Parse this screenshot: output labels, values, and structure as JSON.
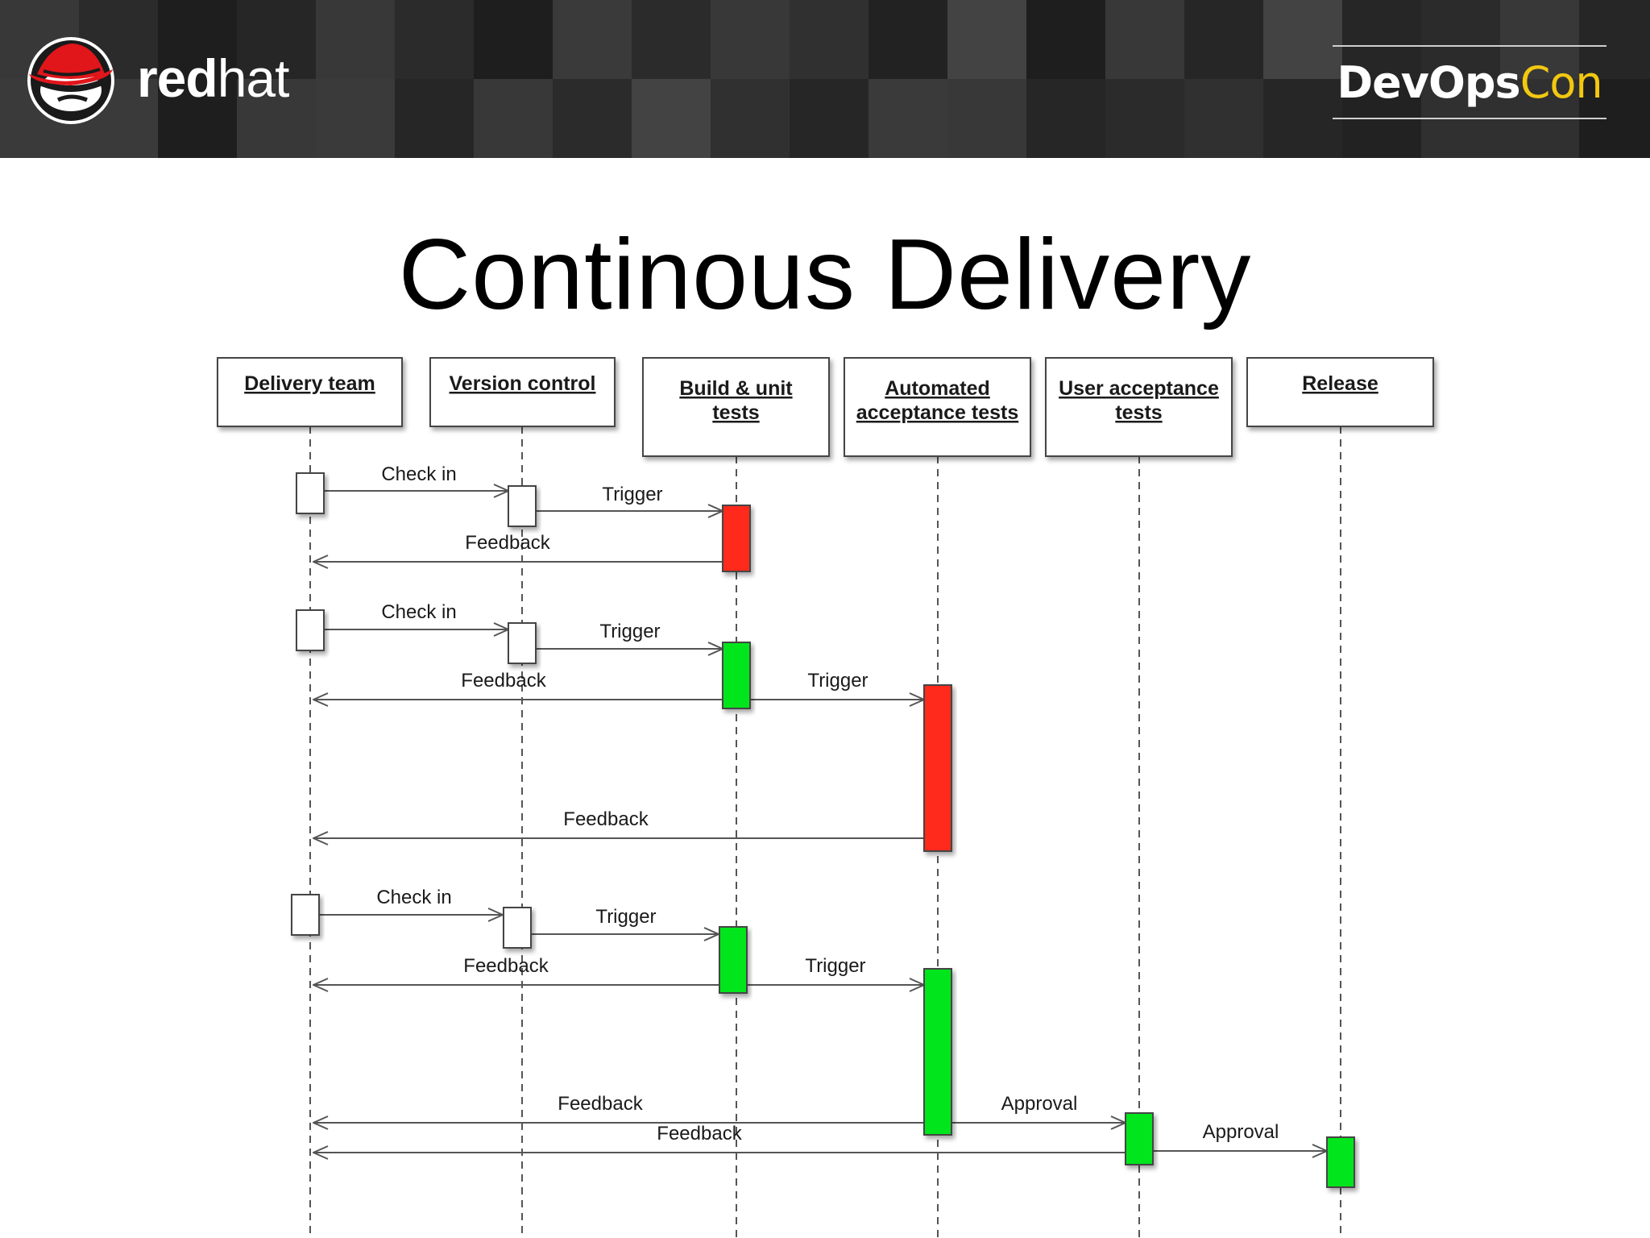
{
  "header": {
    "brand_name_bold": "red",
    "brand_name_light": "hat",
    "brand_icon": "shadowman-logo",
    "conference_dev": "DevOps",
    "conference_con": "Con",
    "background_color": "#2a2a2a",
    "accent_color": "#f2c811"
  },
  "slide": {
    "title": "Continous Delivery"
  },
  "diagram": {
    "lanes": [
      {
        "label_lines": [
          "Delivery team"
        ]
      },
      {
        "label_lines": [
          "Version control"
        ]
      },
      {
        "label_lines": [
          "Build & unit",
          "tests"
        ]
      },
      {
        "label_lines": [
          "Automated",
          "acceptance tests"
        ]
      },
      {
        "label_lines": [
          "User acceptance",
          "tests"
        ]
      },
      {
        "label_lines": [
          "Release"
        ]
      }
    ],
    "messages": {
      "check_in": "Check in",
      "trigger": "Trigger",
      "feedback": "Feedback",
      "approval": "Approval"
    },
    "status_colors": {
      "fail": "#ff2a1a",
      "pass": "#00e51a",
      "neutral": "#ffffff"
    }
  }
}
